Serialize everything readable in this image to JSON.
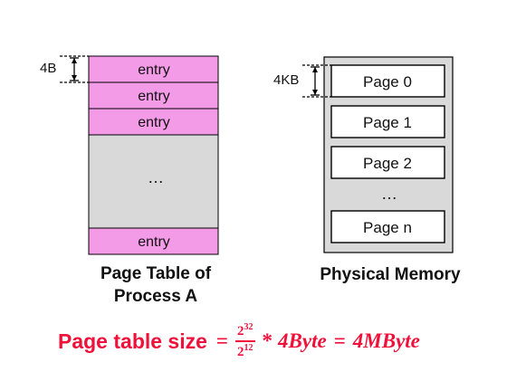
{
  "page_table": {
    "size_label": "4B",
    "entries_top": [
      "entry",
      "entry",
      "entry"
    ],
    "ellipsis": "…",
    "entry_bottom": "entry",
    "caption_line1": "Page Table of",
    "caption_line2": "Process A",
    "entry_color": "#f49be8",
    "gap_color": "#d9d9d9"
  },
  "physical_memory": {
    "size_label": "4KB",
    "pages_top": [
      "Page 0",
      "Page 1",
      "Page 2"
    ],
    "ellipsis": "…",
    "page_bottom": "Page n",
    "caption": "Physical Memory",
    "frame_color": "#d9d9d9"
  },
  "formula": {
    "lead": "Page table size",
    "equals": "=",
    "num_base": "2",
    "num_exp": "32",
    "den_base": "2",
    "den_exp": "12",
    "times": "*",
    "factor": "4Byte",
    "equals2": "=",
    "result": "4MByte",
    "color": "#f0113a"
  }
}
